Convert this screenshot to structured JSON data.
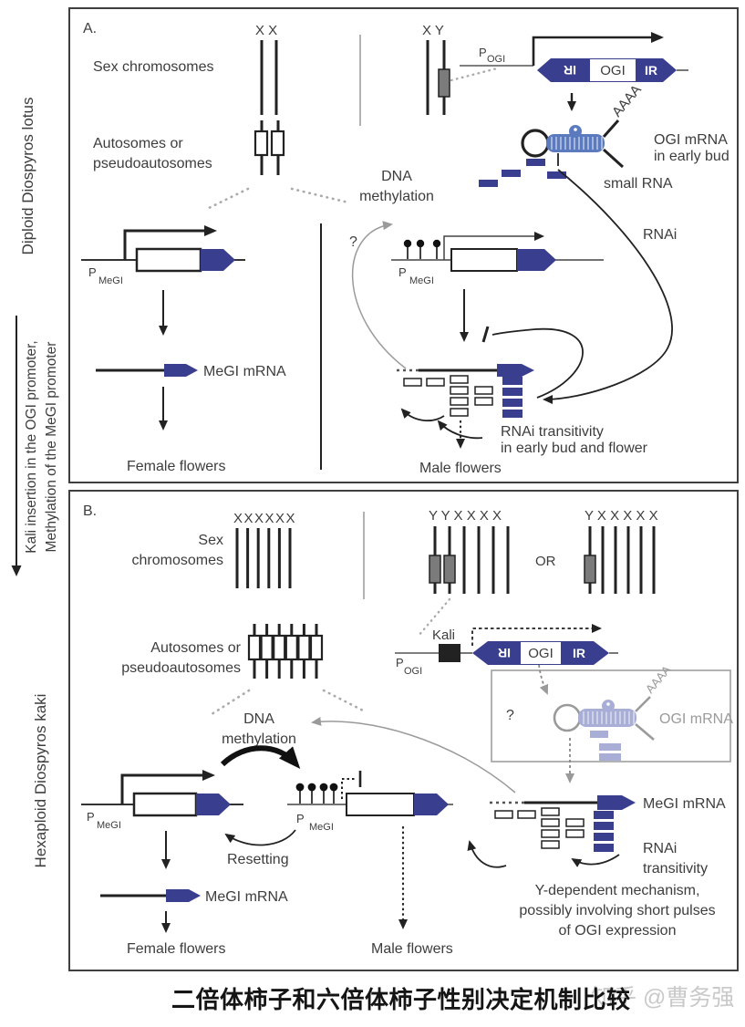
{
  "colors": {
    "navy": "#3a3e8e",
    "blue": "#5b7bbe",
    "faded": "#a9aed6",
    "gray": "#9a9a9a",
    "watermark": "#c9c9c9"
  },
  "sidebar": {
    "diploid": "Diploid Diospyros lotus",
    "transition1": "Kali insertion in the OGI promoter,",
    "transition2": "Methylation of the MeGI promoter",
    "hexaploid": "Hexaploid Diospyros kaki"
  },
  "shared": {
    "p": "P",
    "ogi": "OGI",
    "megi": "MeGI",
    "ir": "IR",
    "aaaa": "AAAA",
    "dna": "DNA",
    "methylation": "methylation",
    "question": "?",
    "sex_chromosomes": "Sex chromosomes",
    "autosomes1": "Autosomes or",
    "autosomes2": "pseudoautosomes",
    "megi_mrna": "MeGI mRNA",
    "female_flowers": "Female flowers",
    "male_flowers": "Male flowers"
  },
  "panel_a": {
    "tag": "A.",
    "xx": "X X",
    "xy": "X Y",
    "ogi_mrna1": "OGI mRNA",
    "ogi_mrna2": "in early bud",
    "small_rna": "small RNA",
    "rnai": "RNAi",
    "transitivity1": "RNAi transitivity",
    "transitivity2": "in early bud and flower"
  },
  "panel_b": {
    "tag": "B.",
    "sex1": "Sex",
    "sex2": "chromosomes",
    "x6": "XXXXXX",
    "yy": "Y Y X X X X",
    "or": "OR",
    "yx": "Y X X X X X",
    "kali": "Kali",
    "ogi_mrna": "OGI mRNA",
    "rnai1": "RNAi",
    "rnai2": "transitivity",
    "resetting": "Resetting",
    "ydep1": "Y-dependent mechanism,",
    "ydep2": "possibly involving short pulses",
    "ydep3": "of OGI expression"
  },
  "caption": "二倍体柿子和六倍体柿子性别决定机制比较",
  "watermark": "知乎 @曹务强"
}
